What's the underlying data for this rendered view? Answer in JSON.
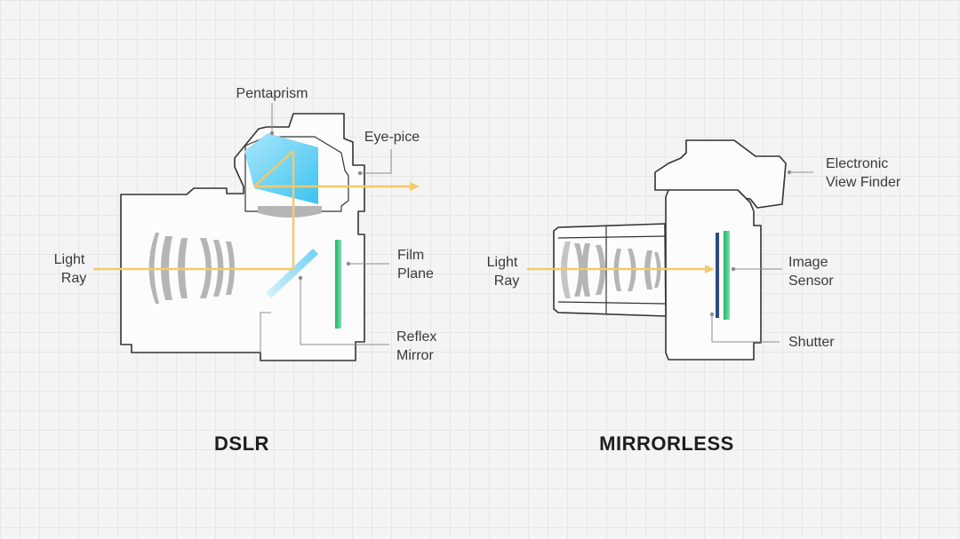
{
  "diagrams": [
    {
      "title": "DSLR",
      "labels": {
        "pentaprism": "Pentaprism",
        "eyepiece": "Eye-pice",
        "light_ray": [
          "Light",
          "Ray"
        ],
        "film_plane": [
          "Film",
          "Plane"
        ],
        "reflex_mirror": [
          "Reflex",
          "Mirror"
        ]
      }
    },
    {
      "title": "MIRRORLESS",
      "labels": {
        "evf": [
          "Electronic",
          "View Finder"
        ],
        "light_ray": [
          "Light",
          "Ray"
        ],
        "image_sensor": [
          "Image",
          "Sensor"
        ],
        "shutter": "Shutter"
      }
    }
  ],
  "colors": {
    "light_ray": "#f3c96b",
    "pentaprism": "#4fc8f0",
    "reflex_mirror": "#a9e2f6",
    "film_plane": "#2fc37a",
    "image_sensor": "#2fc37a",
    "shutter": "#2b4a80",
    "outline": "#333333",
    "lens": "#b5b5b5"
  }
}
